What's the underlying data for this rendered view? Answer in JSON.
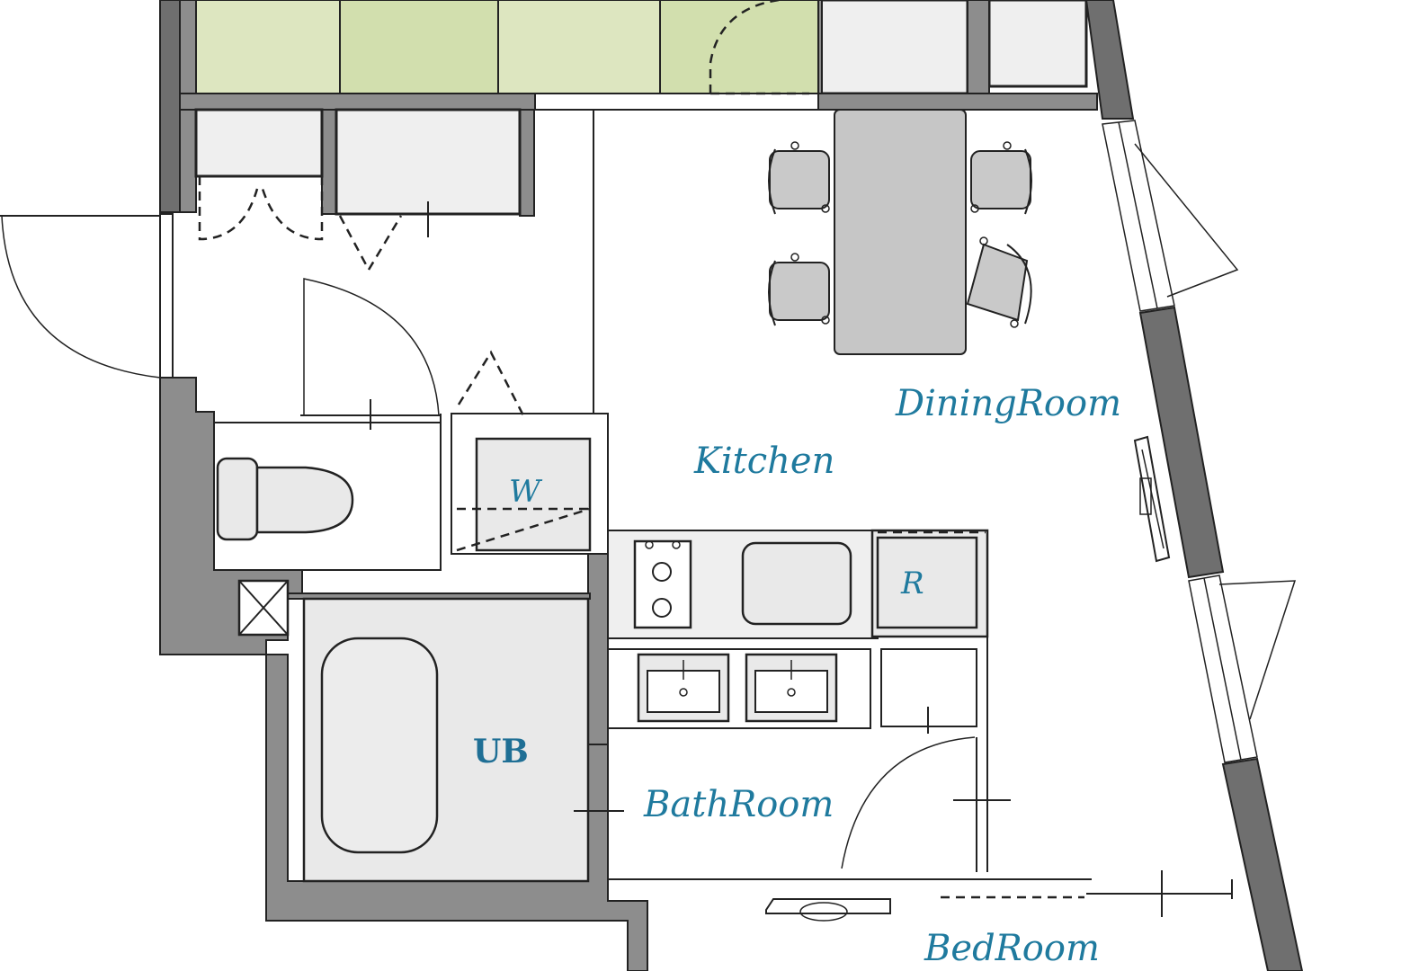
{
  "floor_plan": {
    "rooms": {
      "dining": "DiningRoom",
      "kitchen": "Kitchen",
      "bath": "BathRoom",
      "bed": "BedRoom",
      "unit_bath": "UB"
    },
    "fixtures": {
      "washer": "W",
      "refrigerator": "R"
    },
    "colors": {
      "label": "#1f7a9e",
      "wall": "#8d8d8d",
      "tatami": "#dde6c0",
      "fixture": "#e9e9e9"
    }
  }
}
